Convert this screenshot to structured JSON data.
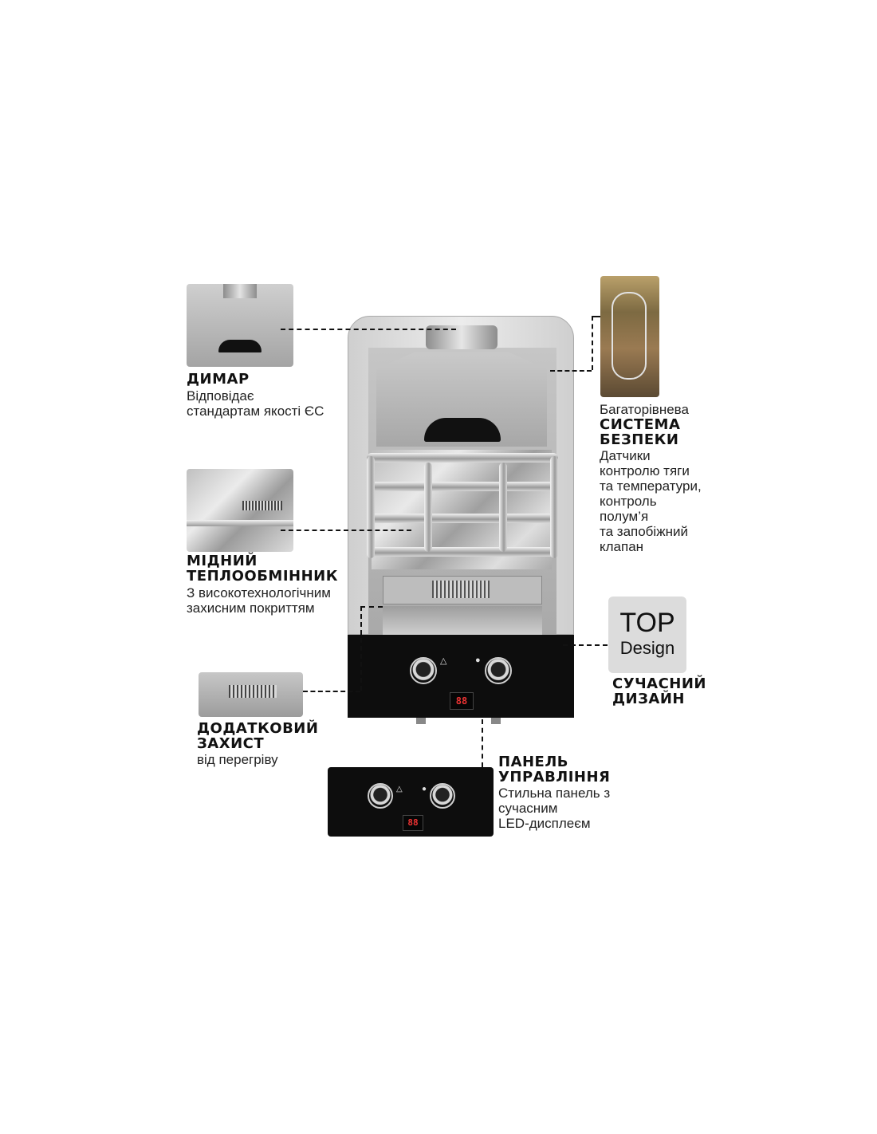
{
  "features": {
    "flue": {
      "title": "ДИМАР",
      "desc": [
        "Відповідає",
        "стандартам якості ЄС"
      ]
    },
    "safety": {
      "lead": "Багаторівнева",
      "title": [
        "СИСТЕМА",
        "БЕЗПЕКИ"
      ],
      "desc": [
        "Датчики",
        "контролю тяги",
        "та температури,",
        "контроль",
        "полум’я",
        "та запобіжний",
        "клапан"
      ]
    },
    "exchanger": {
      "title": [
        "МІДНИЙ",
        "ТЕПЛООБМІННИК"
      ],
      "desc": [
        "З високотехнологічним",
        "захисним покриттям"
      ]
    },
    "design": {
      "badge_top": "TOP",
      "badge_bottom": "Design",
      "title": [
        "СУЧАСНИЙ",
        "ДИЗАЙН"
      ]
    },
    "overheat": {
      "title": [
        "ДОДАТКОВИЙ",
        "ЗАХИСТ"
      ],
      "desc": [
        "від перегріву"
      ]
    },
    "panel": {
      "title": [
        "ПАНЕЛЬ",
        "УПРАВЛІННЯ"
      ],
      "desc": [
        "Стильна панель з",
        "сучасним",
        "LED-дисплеєм"
      ]
    }
  },
  "device": {
    "display_reading": "88",
    "flame_icon": "flame-icon",
    "water_icon": "water-drop-icon"
  },
  "colors": {
    "panel": "#0d0d0d",
    "steel": "#b9b9b9",
    "text": "#111111"
  }
}
